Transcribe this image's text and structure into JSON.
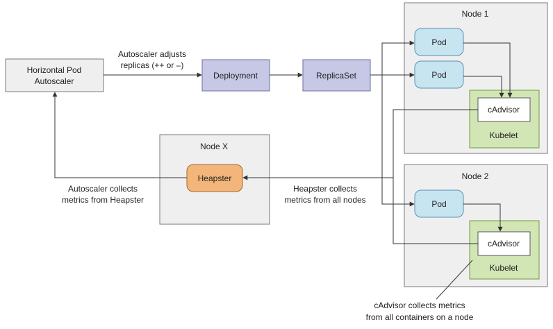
{
  "colors": {
    "line": "#333333",
    "node_bg": "#efefef",
    "node_border": "#7a7a7a",
    "hpa_bg": "#efefef",
    "deployment_bg": "#c6c8e6",
    "replicaset_bg": "#c6c8e6",
    "pod_bg": "#c7e4f1",
    "pod_border": "#5a8fb0",
    "kubelet_bg": "#d2e6b5",
    "kubelet_border": "#6e9a3e",
    "cadvisor_bg": "#ffffff",
    "heapster_bg": "#f3b57a",
    "heapster_border": "#a06a2e"
  },
  "boxes": {
    "hpa": {
      "line1": "Horizontal Pod",
      "line2": "Autoscaler"
    },
    "deployment": "Deployment",
    "replicaset": "ReplicaSet",
    "heapster": "Heapster"
  },
  "nodes": {
    "node1": {
      "title": "Node 1",
      "pod_top": "Pod",
      "pod_bottom": "Pod",
      "cadvisor": "cAdvisor",
      "kubelet": "Kubelet"
    },
    "node2": {
      "title": "Node 2",
      "pod": "Pod",
      "cadvisor": "cAdvisor",
      "kubelet": "Kubelet"
    },
    "nodex": {
      "title": "Node X"
    }
  },
  "annotations": {
    "adjusts": {
      "line1": "Autoscaler adjusts",
      "line2": "replicas (++ or –)"
    },
    "collects_heapster": {
      "line1": "Autoscaler collects",
      "line2": "metrics from Heapster"
    },
    "heapster_collects": {
      "line1": "Heapster collects",
      "line2": "metrics from all nodes"
    },
    "cadvisor_collects": {
      "line1": "cAdvisor collects metrics",
      "line2": "from all containers on a node"
    }
  }
}
